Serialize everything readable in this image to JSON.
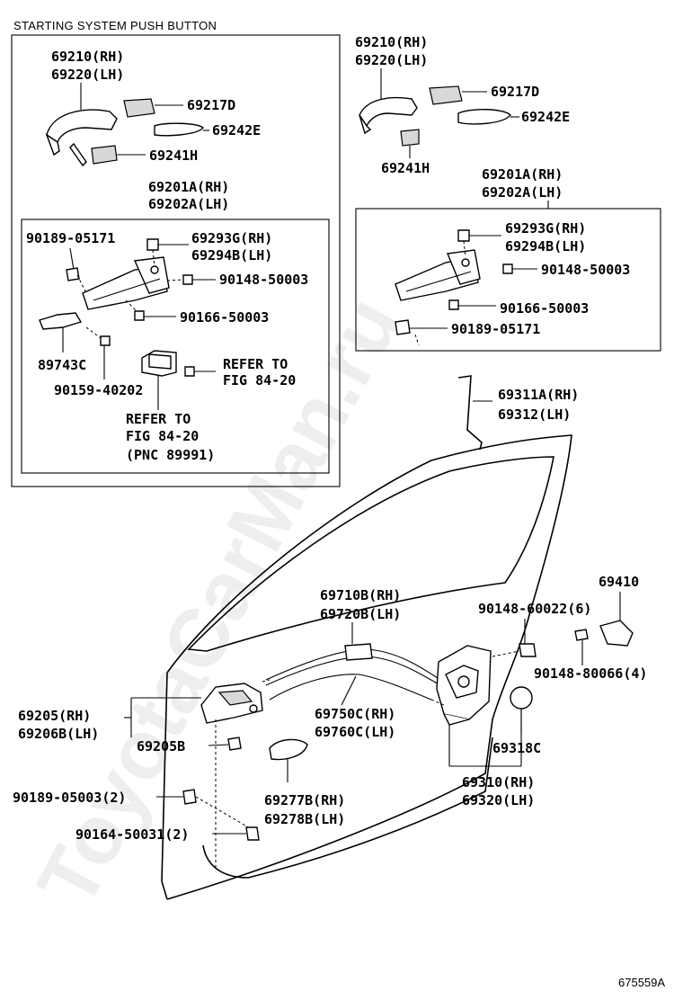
{
  "header": {
    "section_title": "STARTING SYSTEM PUSH BUTTON",
    "document_id": "675559A"
  },
  "watermark": "ToyotaCarMan.ru",
  "left_panel": {
    "handle": {
      "rh": "69210(RH)",
      "lh": "69220(LH)"
    },
    "pad_d": "69217D",
    "pad_e": "69242E",
    "pad_h": "69241H",
    "frame": {
      "rh": "69201A(RH)",
      "lh": "69202A(LH)"
    },
    "inner": {
      "clip": "90189-05171",
      "cover": {
        "rh": "69293G(RH)",
        "lh": "69294B(LH)"
      },
      "screw_1": "90148-50003",
      "screw_2": "90166-50003",
      "bracket": "89743C",
      "screw_3": "90159-40202",
      "refer_right": {
        "line1": "REFER TO",
        "line2": "FIG 84-20"
      },
      "refer_bottom": {
        "line1": "REFER TO",
        "line2": "FIG 84-20",
        "line3": "(PNC 89991)"
      }
    }
  },
  "right_panel": {
    "handle": {
      "rh": "69210(RH)",
      "lh": "69220(LH)"
    },
    "pad_d": "69217D",
    "pad_e": "69242E",
    "pad_h": "69241H",
    "frame": {
      "rh": "69201A(RH)",
      "lh": "69202A(LH)"
    },
    "inner": {
      "cover": {
        "rh": "69293G(RH)",
        "lh": "69294B(LH)"
      },
      "screw_1": "90148-50003",
      "screw_2": "90166-50003",
      "clip": "90189-05171"
    }
  },
  "lower": {
    "link_rod": {
      "rh": "69311A(RH)",
      "lh": "69312(LH)"
    },
    "cable_upper": {
      "rh": "69710B(RH)",
      "lh": "69720B(LH)"
    },
    "striker": "69410",
    "striker_screw": "90148-60022(6)",
    "striker_bolt": "90148-80066(4)",
    "inside_handle": {
      "rh": "69205(RH)",
      "lh": "69206B(LH)"
    },
    "handle_bezel": "69205B",
    "cable_lower": {
      "rh": "69750C(RH)",
      "lh": "69760C(LH)"
    },
    "plug": "69318C",
    "lock_assy": {
      "rh": "69310(RH)",
      "lh": "69320(LH)"
    },
    "clip_2": "90189-05003(2)",
    "cover_pad": {
      "rh": "69277B(RH)",
      "lh": "69278B(LH)"
    },
    "screw_2x": "90164-50031(2)"
  }
}
